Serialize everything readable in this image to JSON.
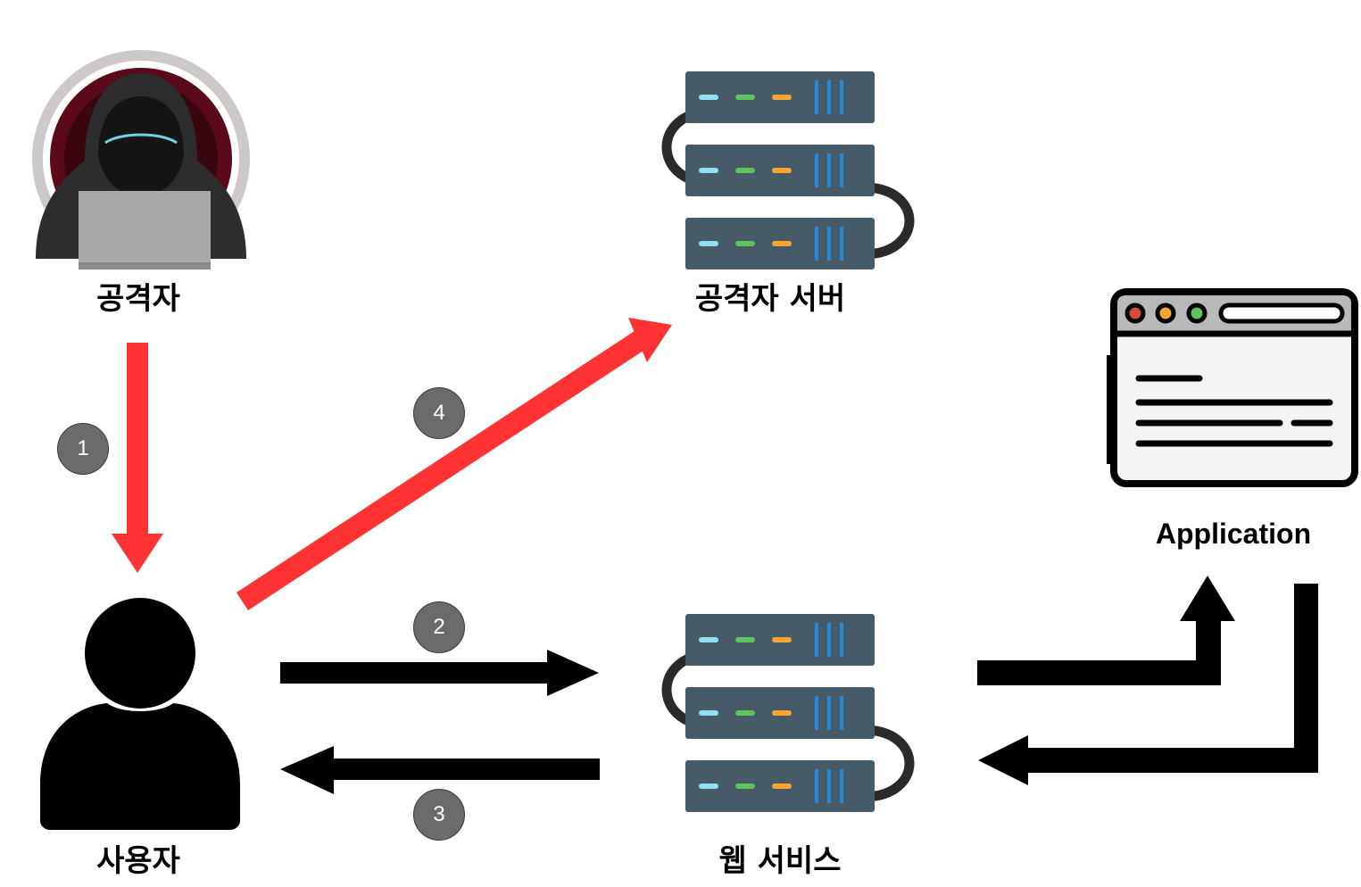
{
  "nodes": {
    "attacker": {
      "label": "공격자",
      "icon": "hooded-hacker-laptop-icon"
    },
    "attacker_server": {
      "label": "공격자 서버",
      "icon": "server-rack-icon"
    },
    "user": {
      "label": "사용자",
      "icon": "user-silhouette-icon"
    },
    "web_service": {
      "label": "웹 서비스",
      "icon": "server-rack-icon"
    },
    "application": {
      "label": "Application",
      "icon": "browser-window-icon"
    }
  },
  "steps": [
    {
      "number": "1",
      "from": "attacker",
      "to": "user",
      "color": "#ff3333"
    },
    {
      "number": "2",
      "from": "user",
      "to": "web_service",
      "color": "#000000"
    },
    {
      "number": "3",
      "from": "web_service",
      "to": "user",
      "color": "#000000"
    },
    {
      "number": "4",
      "from": "user",
      "to": "attacker_server",
      "color": "#ff3333"
    }
  ],
  "colors": {
    "attack_arrow": "#ff3333",
    "normal_arrow": "#000000",
    "badge": "#6b6b6b",
    "server_body": "#465a68"
  }
}
